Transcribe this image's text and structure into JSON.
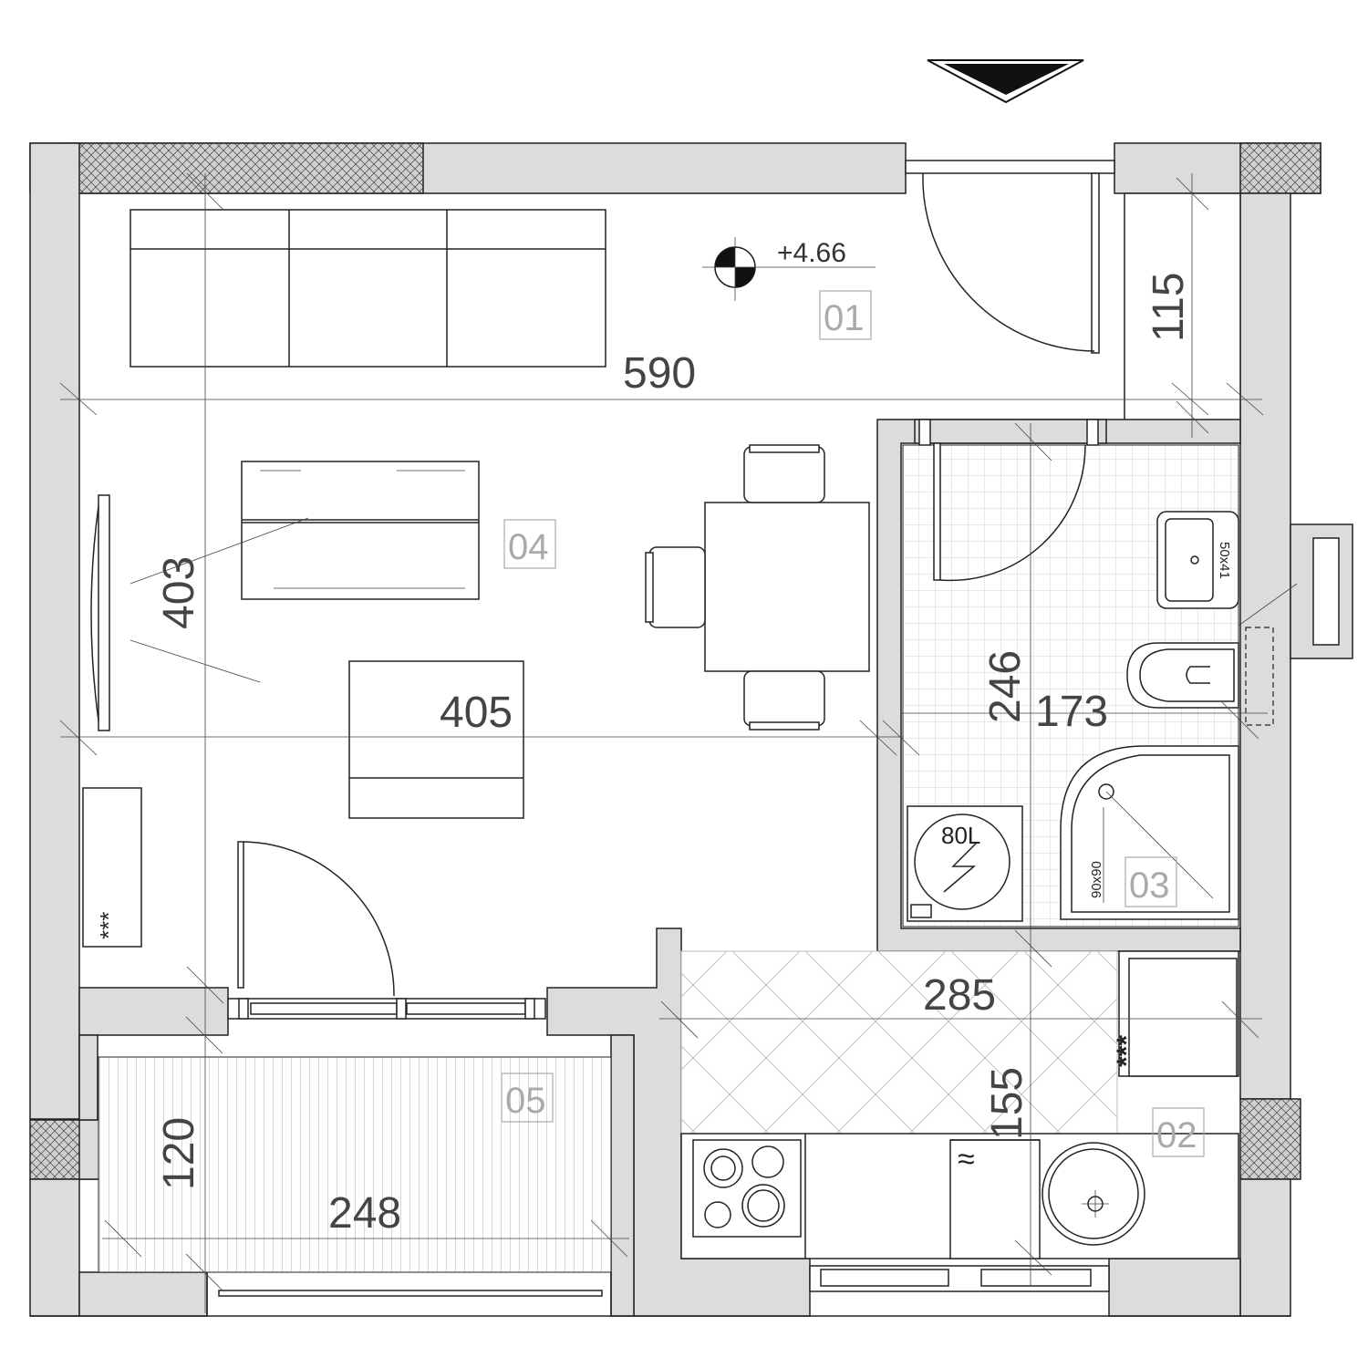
{
  "level_marker": {
    "text": "+4.66"
  },
  "rooms": [
    {
      "id": "hall",
      "number": "01"
    },
    {
      "id": "kitchen",
      "number": "02"
    },
    {
      "id": "bathroom",
      "number": "03"
    },
    {
      "id": "living",
      "number": "04"
    },
    {
      "id": "balcony",
      "number": "05"
    }
  ],
  "dimensions": {
    "hall_length": "590",
    "hall_width": "115",
    "living_height": "403",
    "living_width": "405",
    "bath_height": "246",
    "bath_width": "173",
    "kitchen_width": "285",
    "kitchen_height": "155",
    "balcony_height": "120",
    "balcony_width": "248"
  },
  "fixtures": {
    "boiler_label": "80L",
    "shower_label": "90x90",
    "washbasin_label": "50x41",
    "kitchen_appliance_mark": "***",
    "living_appliance_mark": "***",
    "fridge_symbol": "≈"
  },
  "colors": {
    "wall_fill": "#dcdcdc",
    "line": "#222222",
    "room_number": "#aaaaaa",
    "dimension_text": "#444444"
  }
}
